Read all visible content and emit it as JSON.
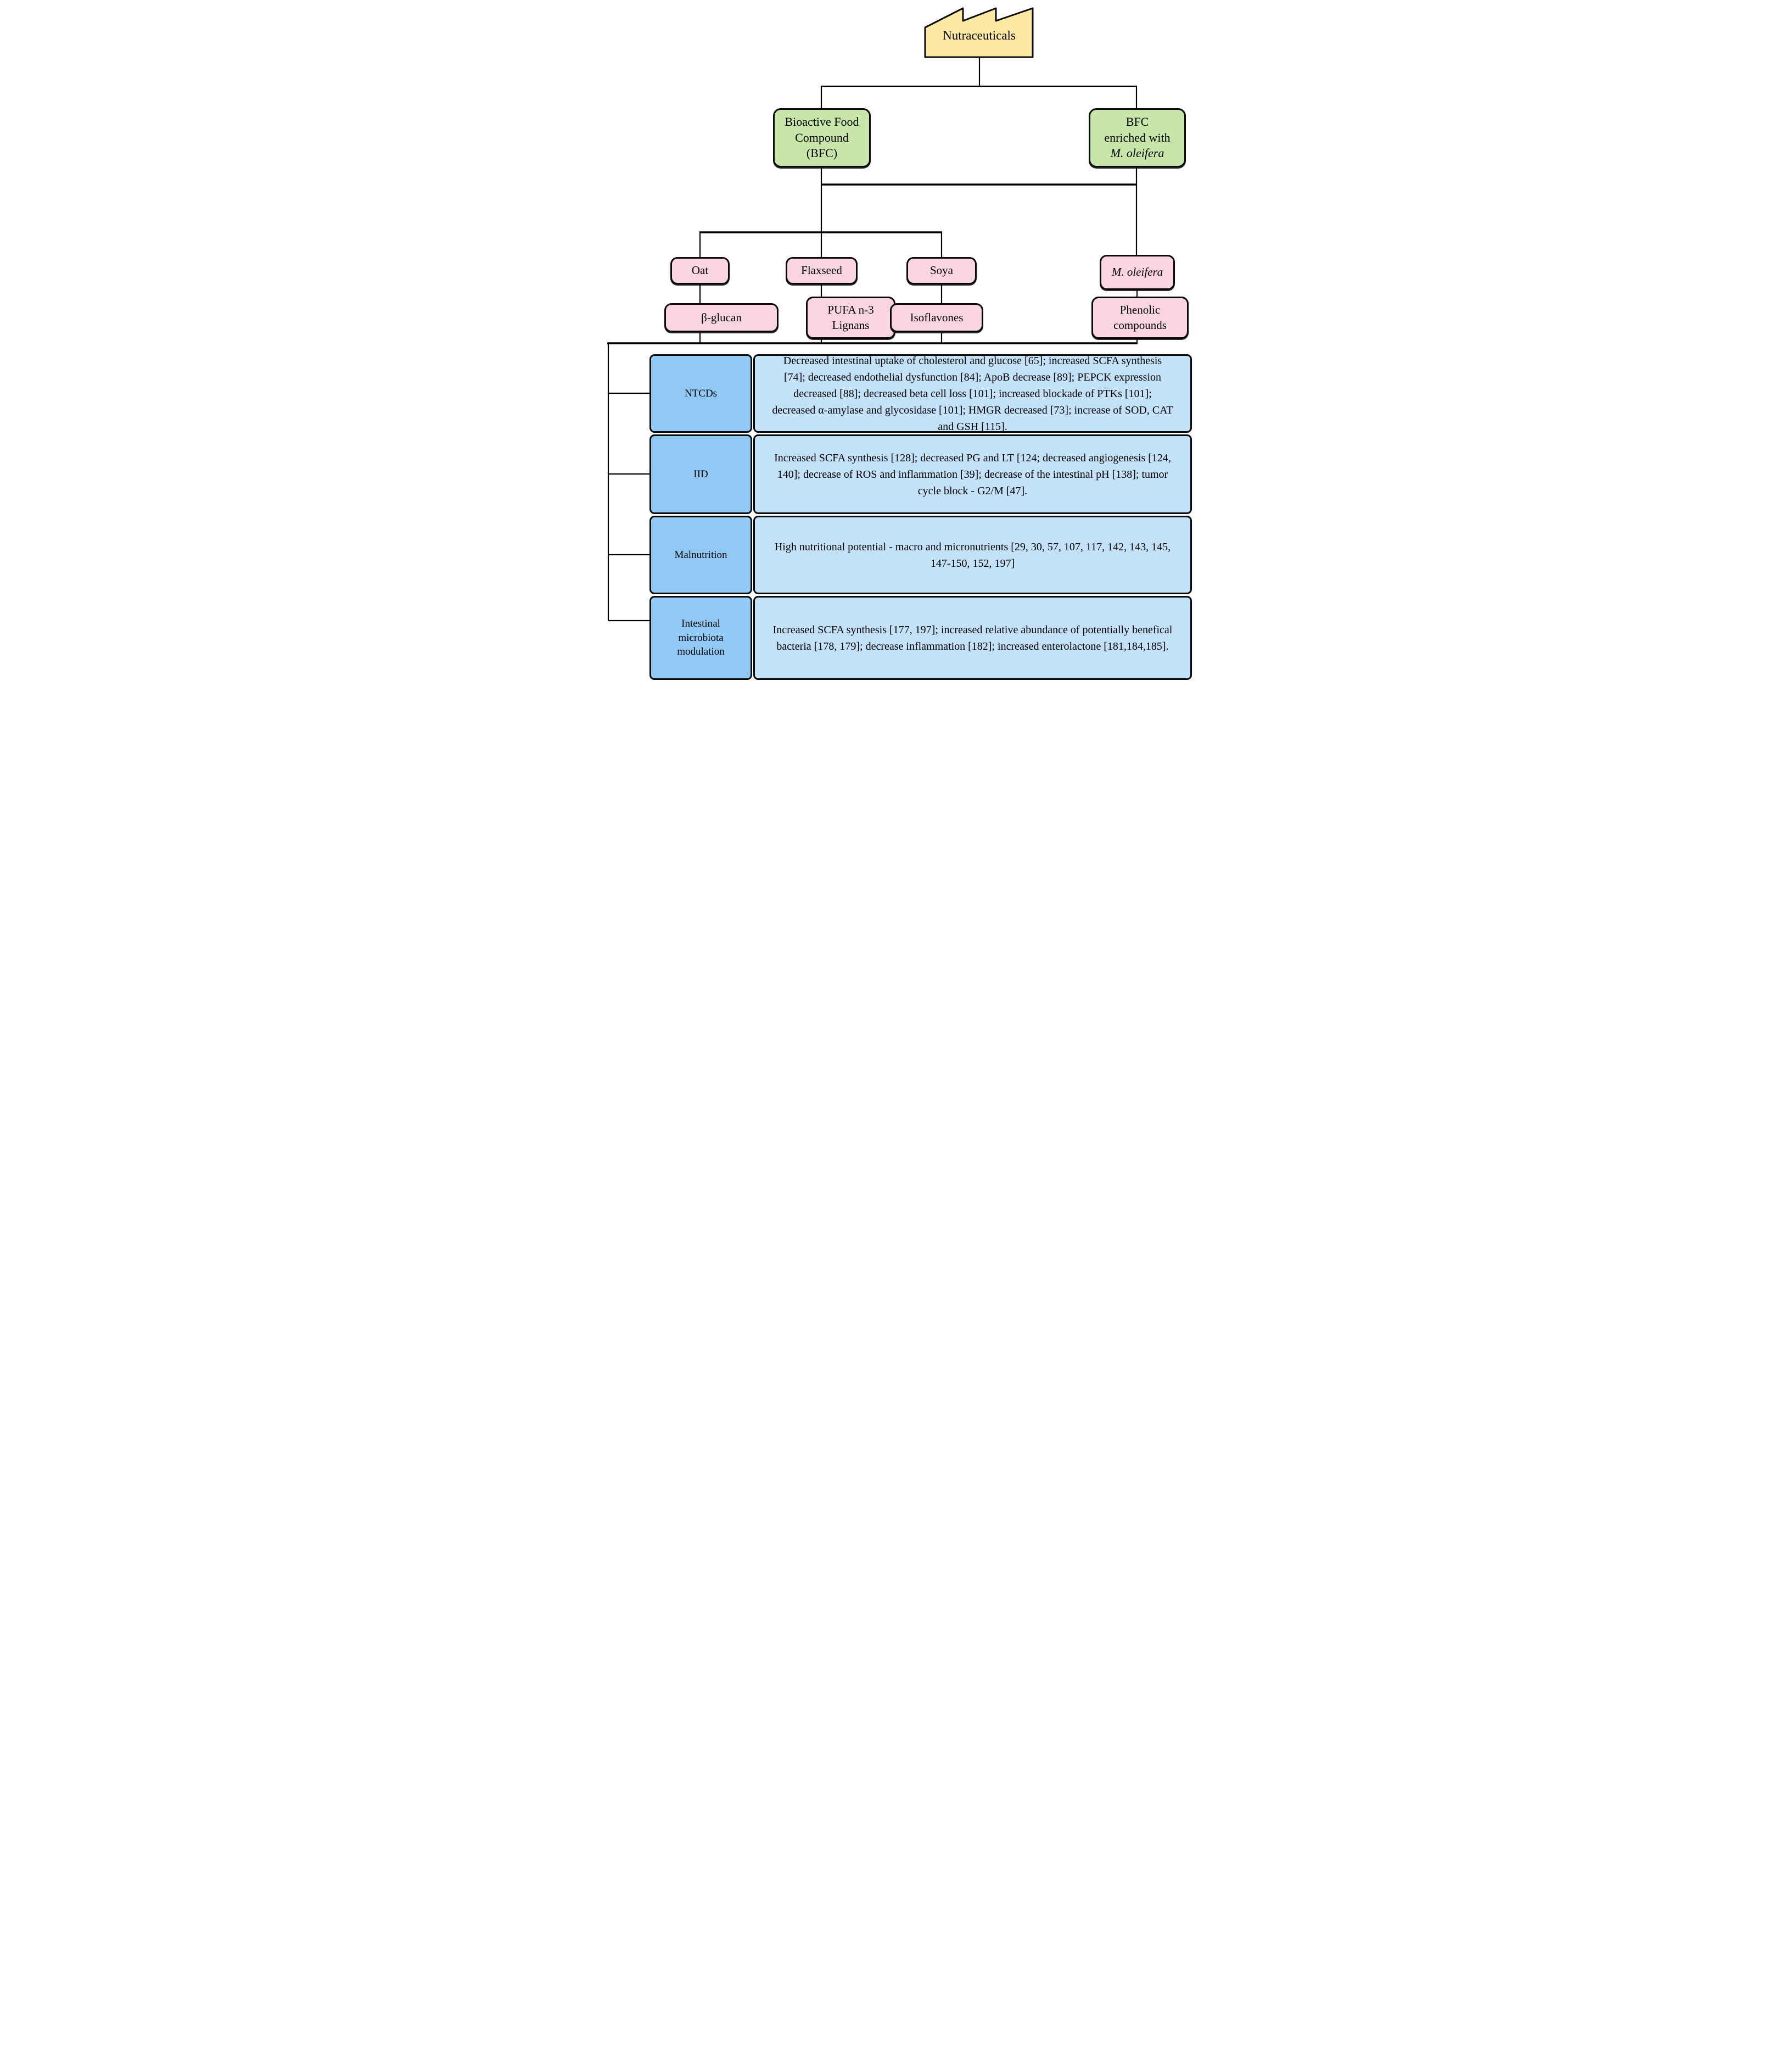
{
  "title": "Nutraceuticals flowchart",
  "colors": {
    "factory_fill": "#FDE9A4",
    "group_fill": "#C8E6AA",
    "item_fill": "#F8D5DF",
    "row_label_fill": "#90C9F4",
    "row_body_fill": "#C3E1F7",
    "line": "#000000"
  },
  "nodes": {
    "nutraceuticals": {
      "label": "Nutraceuticals"
    },
    "bfc": {
      "lines": [
        "Bioactive Food",
        "Compound",
        "(BFC)"
      ]
    },
    "bfc_enriched": {
      "lines": [
        "BFC",
        "enriched with"
      ],
      "italic_line": "M. oleifera"
    },
    "oat": {
      "label": "Oat"
    },
    "flaxseed": {
      "label": "Flaxseed"
    },
    "soya": {
      "label": "Soya"
    },
    "m_oleifera": {
      "label": "M. oleifera"
    },
    "beta_glucan": {
      "label": "β-glucan"
    },
    "pufa": {
      "lines": [
        "PUFA n-3",
        "Lignans"
      ]
    },
    "isoflavones": {
      "label": "Isoflavones"
    },
    "phenolic": {
      "lines": [
        "Phenolic",
        "compounds"
      ]
    }
  },
  "rows": [
    {
      "label": "NTCDs",
      "text": "Decreased intestinal uptake of cholesterol and glucose [65]; increased SCFA synthesis [74]; decreased endothelial dysfunction [84]; ApoB decrease [89]; PEPCK expression decreased [88]; decreased beta cell loss [101]; increased blockade of PTKs [101]; decreased α-amylase and glycosidase [101]; HMGR decreased [73]; increase of SOD, CAT and GSH [115]."
    },
    {
      "label": "IID",
      "text": "Increased SCFA synthesis [128]; decreased PG and LT [124; decreased angiogenesis [124, 140]; decrease of ROS and inflammation [39]; decrease of the intestinal pH [138]; tumor cycle block - G2/M [47]."
    },
    {
      "label": "Malnutrition",
      "text": "High nutritional potential - macro and micronutrients [29, 30, 57, 107, 117, 142, 143, 145, 147-150, 152, 197]"
    },
    {
      "label": "Intestinal microbiota modulation",
      "text": "Increased SCFA synthesis [177, 197]; increased relative abundance of potentially benefical bacteria [178, 179]; decrease inflammation [182]; increased enterolactone [181,184,185]."
    }
  ]
}
